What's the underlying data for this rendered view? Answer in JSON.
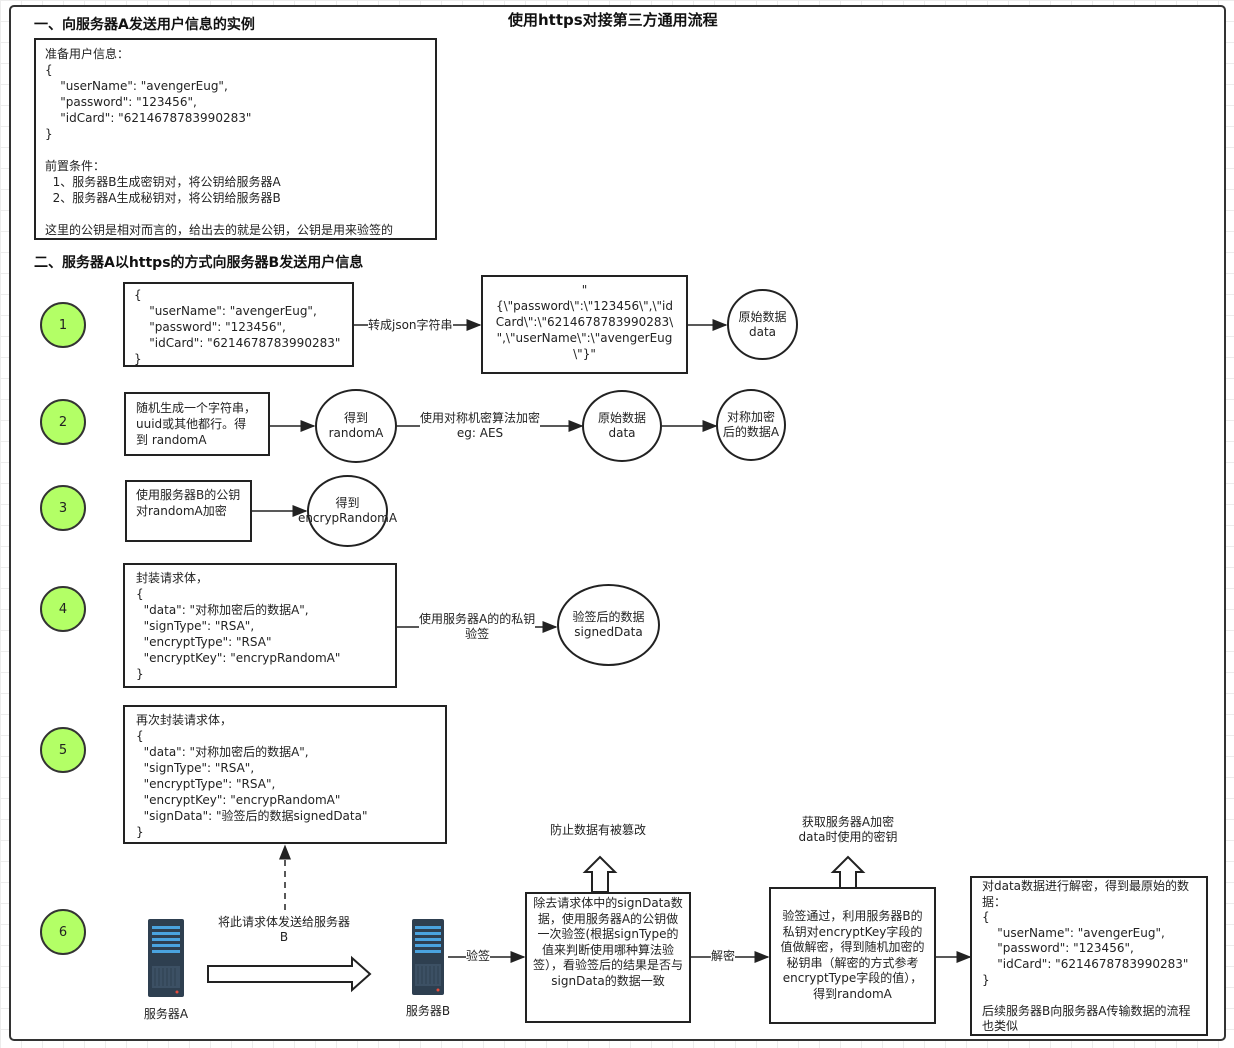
{
  "title": "使用https对接第三方通用流程",
  "section1": {
    "heading": "一、向服务器A发送用户信息的实例",
    "box": "准备用户信息：\n{\n    \"userName\": \"avengerEug\",\n    \"password\": \"123456\",\n    \"idCard\": \"6214678783990283\"\n}\n\n前置条件：\n  1、服务器B生成密钥对，将公钥给服务器A\n  2、服务器A生成秘钥对，将公钥给服务器B\n\n这里的公钥是相对而言的，给出去的就是公钥，公钥是用来验签的"
  },
  "section2": {
    "heading": "二、服务器A以https的方式向服务器B发送用户信息"
  },
  "steps": [
    "1",
    "2",
    "3",
    "4",
    "5",
    "6"
  ],
  "row1": {
    "json_box": "{\n    \"userName\": \"avengerEug\",\n    \"password\": \"123456\",\n    \"idCard\": \"6214678783990283\"\n}",
    "arrow_label": "转成json字符串",
    "string_box": "\"\n{\\\"password\\\":\\\"123456\\\",\\\"id\nCard\\\":\\\"6214678783990283\\\n\",\\\"userName\\\":\\\"avengerEug\n\\\"}\"",
    "circle": "原始数据data"
  },
  "row2": {
    "box": "随机生成一个字符串，uuid或其他都行。得到 randomA",
    "circle1": "得到randomA",
    "arrow_label": "使用对称机密算法加密\neg: AES",
    "circle2": "原始数据data",
    "circle3": "对称加密后的数据A"
  },
  "row3": {
    "box": "使用服务器B的公钥对randomA加密",
    "circle": "得到encrypRandomA"
  },
  "row4": {
    "box": "封装请求体，\n{\n  \"data\": \"对称加密后的数据A\",\n  \"signType\": \"RSA\",\n  \"encryptType\": \"RSA\"\n  \"encryptKey\": \"encrypRandomA\"\n}",
    "arrow_label": "使用服务器A的的私钥\n验签",
    "circle": "验签后的数据\nsignedData"
  },
  "row5": {
    "box": "再次封装请求体，\n{\n  \"data\": \"对称加密后的数据A\",\n  \"signType\": \"RSA\",\n  \"encryptType\": \"RSA\",\n  \"encryptKey\": \"encrypRandomA\"\n  \"signData\": \"验签后的数据signedData\"\n}"
  },
  "row6": {
    "serverA": "服务器A",
    "send_label": "将此请求体发送给服务器B",
    "serverB": "服务器B",
    "verify_label": "验签",
    "verify_box": "除去请求体中的signData数据，使用服务器A的公钥做一次验签(根据signType的值来判断使用哪种算法验签），看验签后的结果是否与signData的数据一致",
    "verify_note": "防止数据有被篡改",
    "decrypt_label": "解密",
    "decrypt_box": "验签通过，利用服务器B的私钥对encryptKey字段的值做解密，得到随机加密的秘钥串（解密的方式参考encryptType字段的值），得到randomA",
    "decrypt_note": "获取服务器A加密\ndata时使用的密钥",
    "final_box": "对data数据进行解密，得到最原始的数据：\n{\n    \"userName\": \"avengerEug\",\n    \"password\": \"123456\",\n    \"idCard\": \"6214678783990283\"\n}\n\n后续服务器B向服务器A传输数据的流程也类似"
  },
  "colors": {
    "step_fill": "#b3ff66",
    "server_body": "#2e3f50",
    "server_accent": "#4aa3df"
  }
}
